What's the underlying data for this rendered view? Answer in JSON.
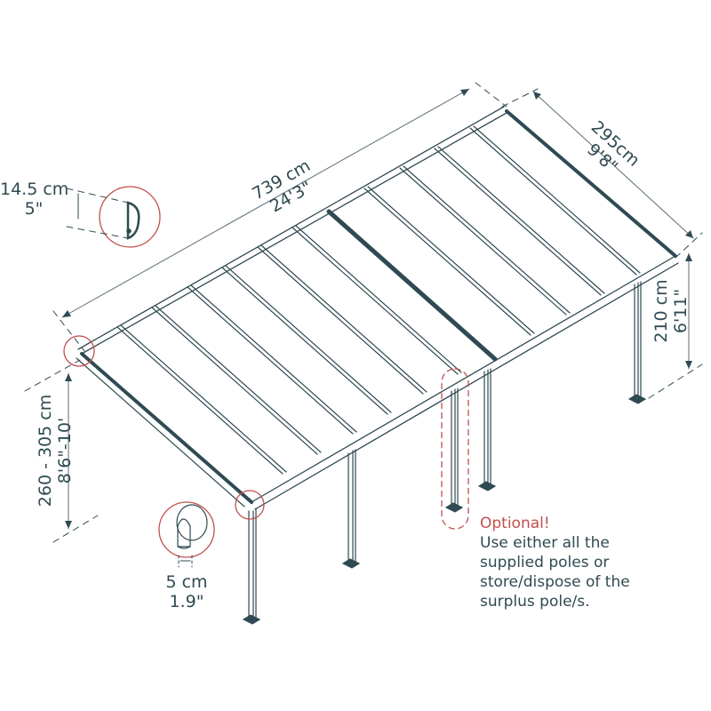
{
  "dimensions": {
    "length": {
      "metric": "739 cm",
      "imperial": "24'3\""
    },
    "width": {
      "metric": "295cm",
      "imperial": "9'8\""
    },
    "front_height": {
      "metric": "210 cm",
      "imperial": "6'11\""
    },
    "wall_height": {
      "metric": "260 - 305 cm",
      "imperial": "8'6\"-10'"
    },
    "gutter_profile": {
      "metric": "14.5 cm",
      "imperial": "5\""
    },
    "post_width": {
      "metric": "5 cm",
      "imperial": "1.9\""
    }
  },
  "note": {
    "title": "Optional!",
    "lines": [
      "Use either all the",
      "supplied poles or",
      "store/dispose of the",
      "surplus pole/s."
    ]
  },
  "colors": {
    "line": "#2f4a52",
    "accent": "#c0504d",
    "background": "#ffffff"
  },
  "parts": {
    "roof_panels": 14,
    "posts": 5,
    "detail_callouts": [
      "gutter-profile-detail",
      "post-connector-detail",
      "wall-bracket-corner",
      "post-corner-joint",
      "optional-pole-highlight"
    ]
  }
}
